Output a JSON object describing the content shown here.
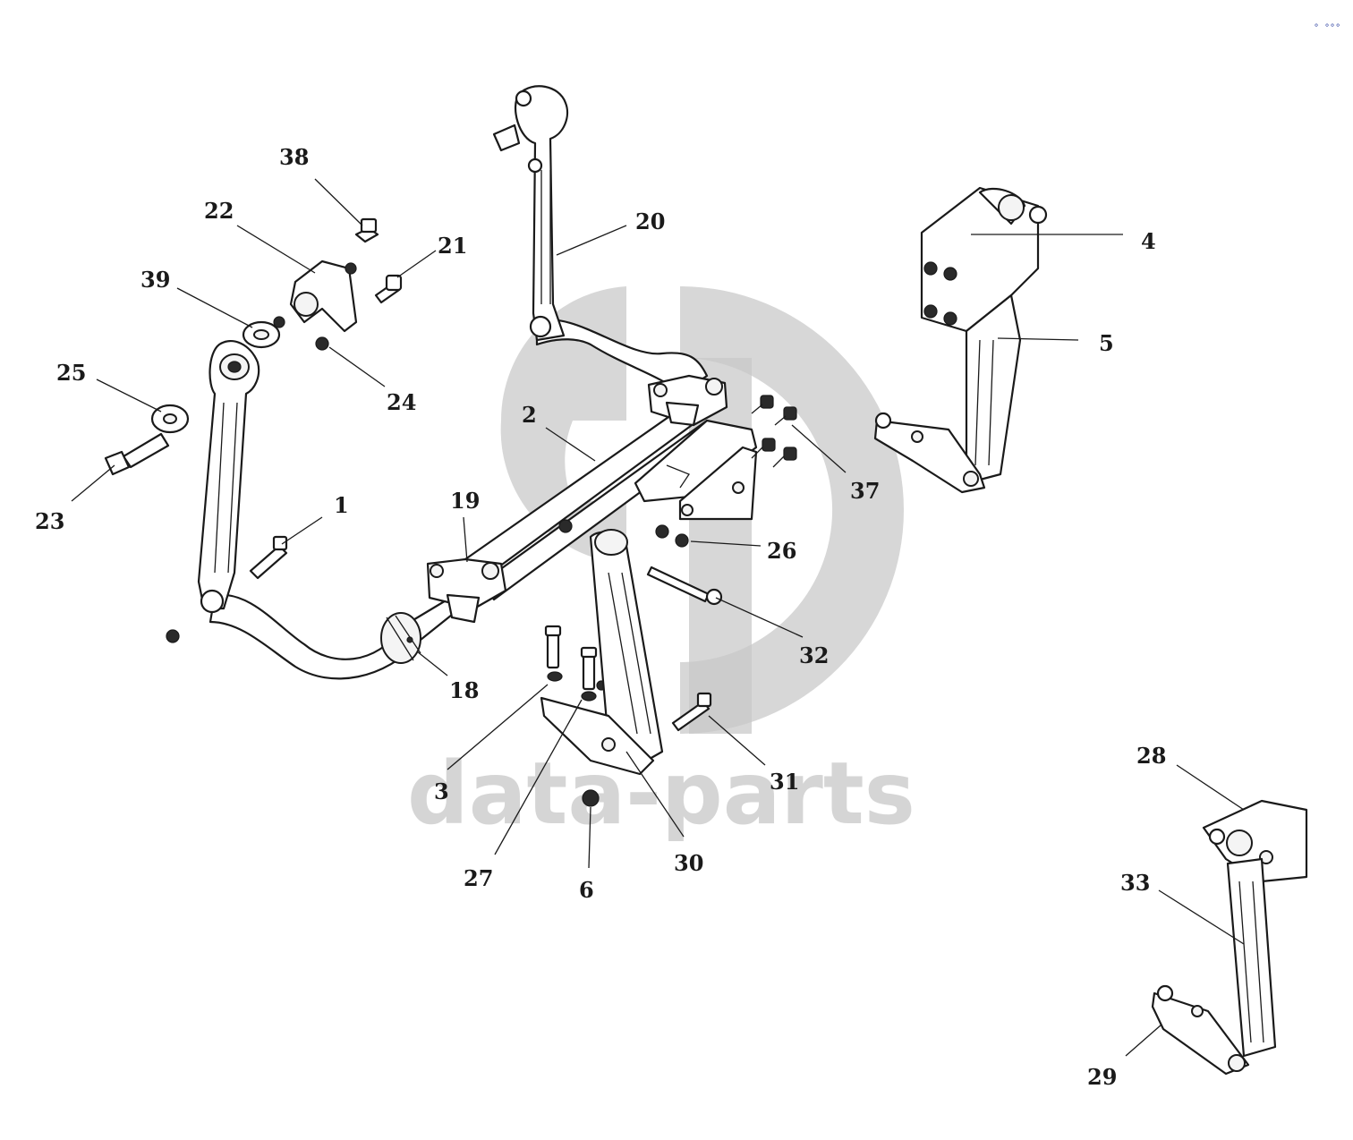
{
  "watermark": {
    "brand": "data-parts",
    "color": "#c8c8c8"
  },
  "corner_mark": "° °°°",
  "callouts": [
    {
      "id": "c38",
      "text": "38"
    },
    {
      "id": "c22",
      "text": "22"
    },
    {
      "id": "c39",
      "text": "39"
    },
    {
      "id": "c25",
      "text": "25"
    },
    {
      "id": "c23",
      "text": "23"
    },
    {
      "id": "c21",
      "text": "21"
    },
    {
      "id": "c24",
      "text": "24"
    },
    {
      "id": "c20",
      "text": "20"
    },
    {
      "id": "c4",
      "text": "4"
    },
    {
      "id": "c5",
      "text": "5"
    },
    {
      "id": "c2",
      "text": "2"
    },
    {
      "id": "c37",
      "text": "37"
    },
    {
      "id": "c1",
      "text": "1"
    },
    {
      "id": "c19",
      "text": "19"
    },
    {
      "id": "c26",
      "text": "26"
    },
    {
      "id": "c32",
      "text": "32"
    },
    {
      "id": "c18",
      "text": "18"
    },
    {
      "id": "c31",
      "text": "31"
    },
    {
      "id": "c3",
      "text": "3"
    },
    {
      "id": "c30",
      "text": "30"
    },
    {
      "id": "c27",
      "text": "27"
    },
    {
      "id": "c6",
      "text": "6"
    },
    {
      "id": "c28",
      "text": "28"
    },
    {
      "id": "c33",
      "text": "33"
    },
    {
      "id": "c29",
      "text": "29"
    }
  ]
}
